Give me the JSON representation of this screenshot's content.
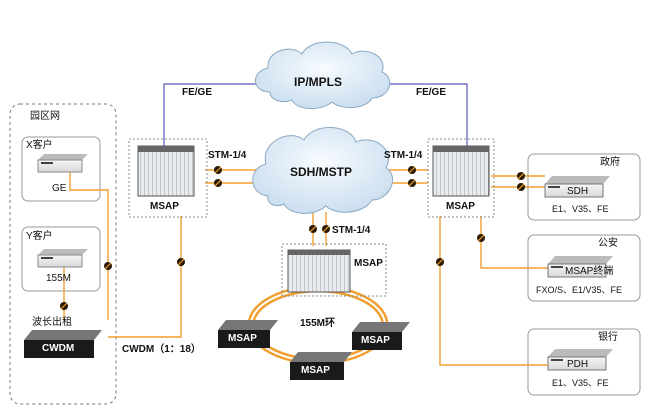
{
  "clouds": {
    "ip_mpls": "IP/MPLS",
    "sdh_mstp": "SDH/MSTP"
  },
  "links": {
    "fe_ge_left": "FE/GE",
    "fe_ge_right": "FE/GE",
    "stm_left": "STM-1/4",
    "stm_right": "STM-1/4",
    "stm_bottom": "STM-1/4",
    "ring": "155M环",
    "cwdm": "CWDM（1：18）"
  },
  "nodes": {
    "msap_left": "MSAP",
    "msap_right": "MSAP",
    "msap_center": "MSAP",
    "msap_ring_left": "MSAP",
    "msap_ring_right": "MSAP",
    "msap_ring_bottom": "MSAP",
    "cwdm_device": "CWDM"
  },
  "campus": {
    "title": "园区网",
    "customer_x": "X客户",
    "customer_x_port": "GE",
    "customer_y": "Y客户",
    "customer_y_port": "155M",
    "wavelength_out": "波长出租"
  },
  "sites": {
    "gov": {
      "title": "政府",
      "device": "SDH",
      "ports": "E1、V35、FE"
    },
    "police": {
      "title": "公安",
      "device": "MSAP终端",
      "ports": "FXO/S、E1/V35、FE"
    },
    "bank": {
      "title": "银行",
      "device": "PDH",
      "ports": "E1、V35、FE"
    }
  },
  "colors": {
    "fiber": "#f0a030",
    "ethernet": "#5a5ab8",
    "cloud": "#dce9f4",
    "device_dark": "#1a1a1a"
  }
}
